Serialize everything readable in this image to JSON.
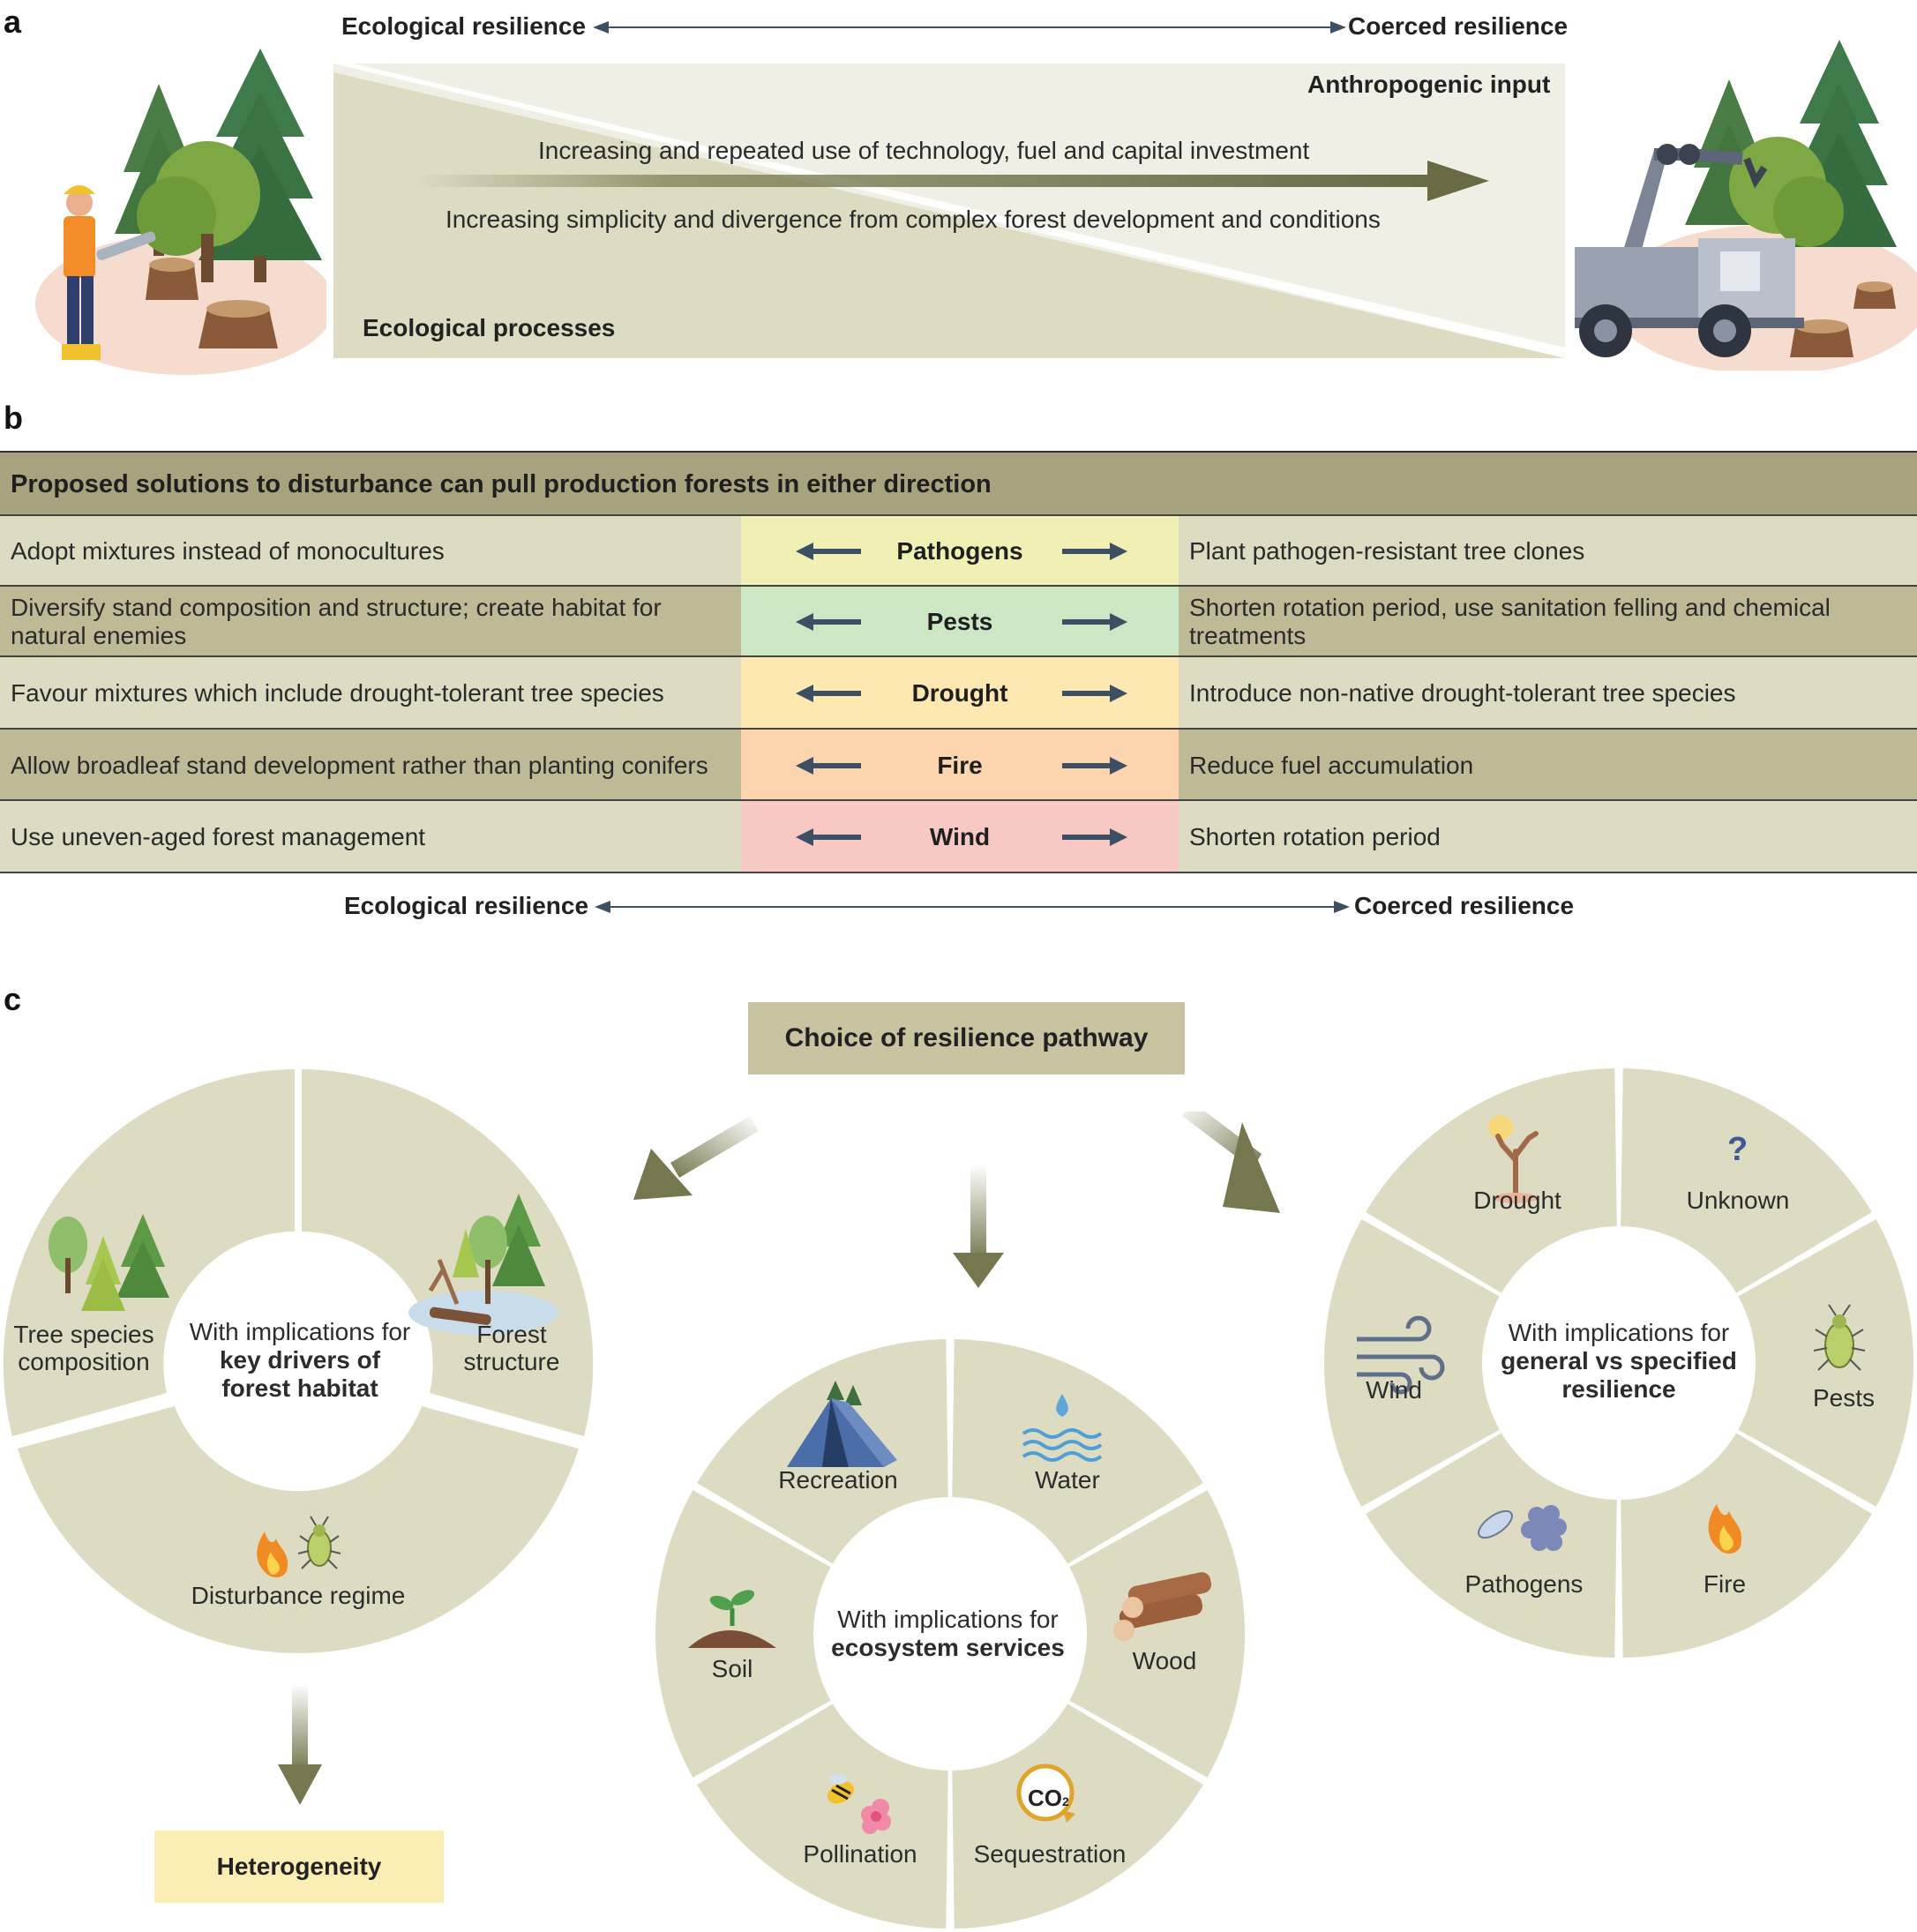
{
  "panels": {
    "a": "a",
    "b": "b",
    "c": "c"
  },
  "panel_a": {
    "left_title": "Ecological resilience",
    "right_title": "Coerced resilience",
    "anthropogenic": "Anthropogenic input",
    "line1": "Increasing and repeated use of technology, fuel and capital investment",
    "line2": "Increasing simplicity and divergence from complex forest development and conditions",
    "ecological": "Ecological processes"
  },
  "panel_b": {
    "header": "Proposed solutions to disturbance can pull production forests in either direction",
    "rows": [
      {
        "left": "Adopt mixtures instead of monocultures",
        "mid": "Pathogens",
        "right": "Plant pathogen-resistant tree clones",
        "color": "#f0f0b4"
      },
      {
        "left": "Diversify stand composition and structure; create habitat for natural enemies",
        "mid": "Pests",
        "right": "Shorten rotation period, use sanitation felling and chemical treatments",
        "color": "#cde6c3"
      },
      {
        "left": "Favour mixtures which include drought-tolerant tree species",
        "mid": "Drought",
        "right": "Introduce non-native drought-tolerant tree species",
        "color": "#fde8b2"
      },
      {
        "left": "Allow broadleaf stand development rather than planting conifers",
        "mid": "Fire",
        "right": "Reduce fuel accumulation",
        "color": "#fcd5ae"
      },
      {
        "left": "Use uneven-aged forest management",
        "mid": "Wind",
        "right": "Shorten rotation period",
        "color": "#f8c9c4"
      }
    ],
    "footer_left": "Ecological resilience",
    "footer_right": "Coerced resilience"
  },
  "panel_c": {
    "choice": "Choice of resilience pathway",
    "heterogeneity": "Heterogeneity",
    "wheel1": {
      "center_line1": "With implications for",
      "center_bold1": "key drivers of",
      "center_bold2": "forest habitat",
      "tree_species_1": "Tree species",
      "tree_species_2": "composition",
      "forest_structure_1": "Forest",
      "forest_structure_2": "structure",
      "disturbance": "Disturbance regime"
    },
    "wheel2": {
      "center_line1": "With implications for",
      "center_bold": "ecosystem services",
      "recreation": "Recreation",
      "water": "Water",
      "wood": "Wood",
      "sequestration": "Sequestration",
      "pollination": "Pollination",
      "soil": "Soil",
      "co2": "CO",
      "co2_sub": "2"
    },
    "wheel3": {
      "center_line1": "With implications for",
      "center_bold1": "general vs specified",
      "center_bold2": "resilience",
      "drought": "Drought",
      "unknown": "Unknown",
      "unknown_mark": "?",
      "pests": "Pests",
      "fire": "Fire",
      "pathogens": "Pathogens",
      "wind": "Wind"
    }
  },
  "colors": {
    "segment": "#dddbc2",
    "olive": "#76774e",
    "olive_header": "#a8a37f",
    "row_light": "#dddbc2",
    "row_dark": "#bfba96",
    "choice_box": "#c8c4a2",
    "heterogeneity_box": "#fbeeb4",
    "arrow_blue": "#3d4f63"
  }
}
